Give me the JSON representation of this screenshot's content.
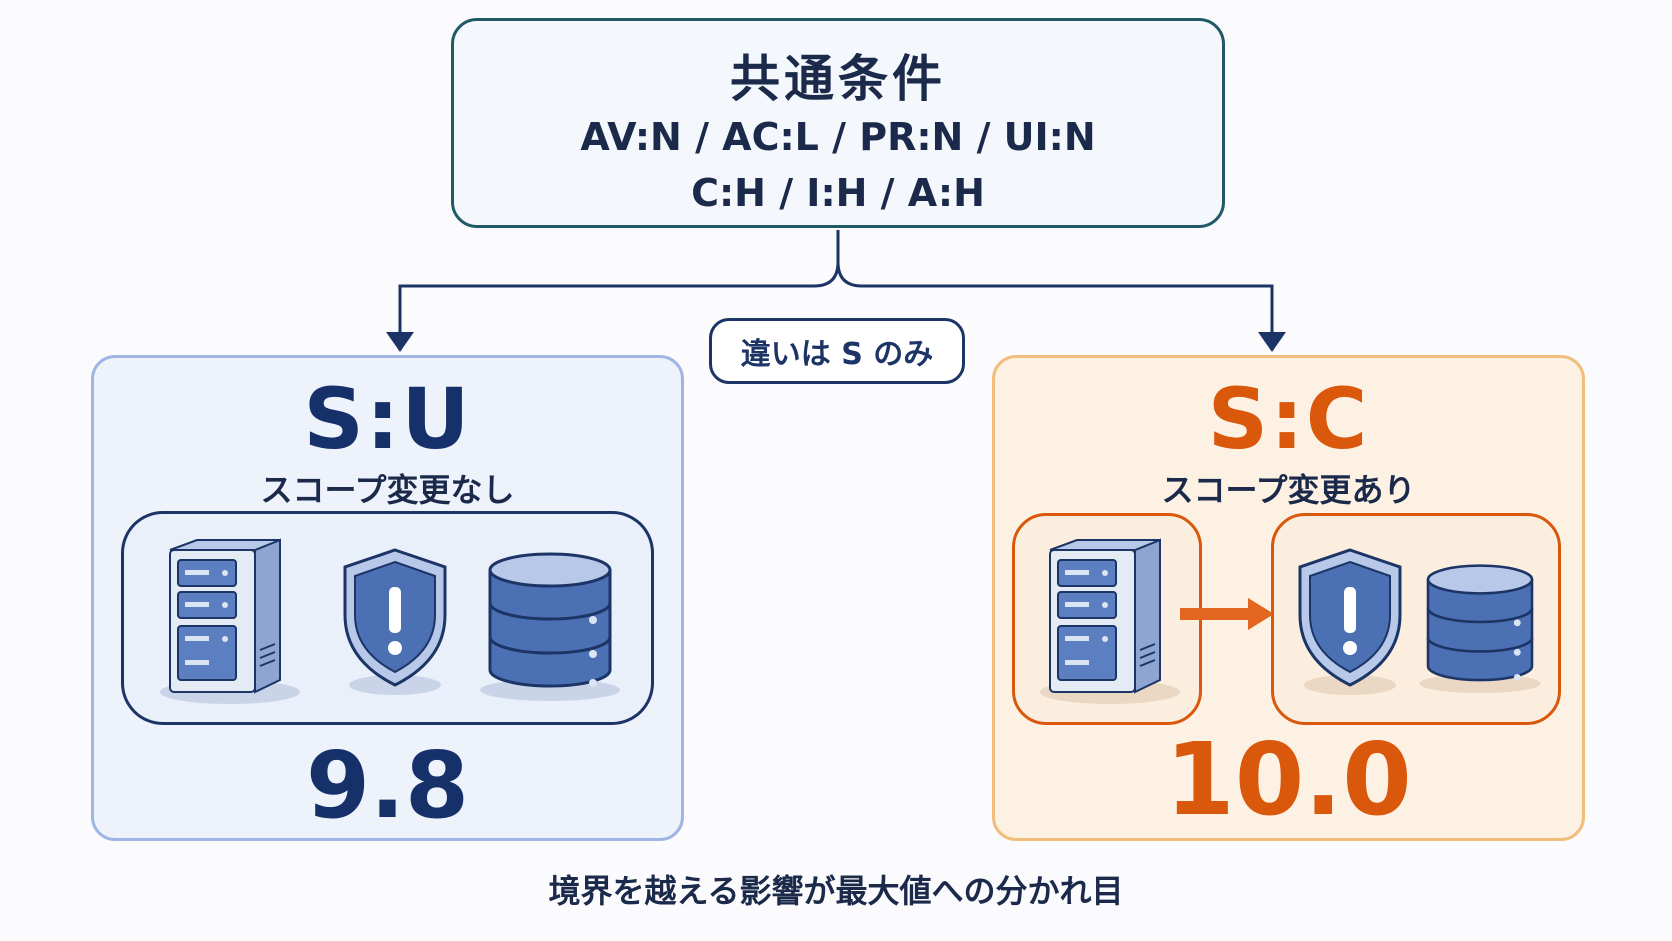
{
  "common": {
    "title": "共通条件",
    "line1": "AV:N / AC:L / PR:N / UI:N",
    "line2": "C:H / I:H / A:H"
  },
  "difference_label": "違いは S のみ",
  "scope_unchanged": {
    "code": "S:U",
    "description": "スコープ変更なし",
    "score": "9.8",
    "icons": [
      "server-icon",
      "shield-warning-icon",
      "database-icon"
    ]
  },
  "scope_changed": {
    "code": "S:C",
    "description": "スコープ変更あり",
    "score": "10.0",
    "icons": [
      "server-icon",
      "arrow-right-icon",
      "shield-warning-icon",
      "database-icon"
    ]
  },
  "footer": "境界を越える影響が最大値への分かれ目",
  "colors": {
    "navy": "#1c3566",
    "teal_border": "#1f5a66",
    "orange": "#d9580b",
    "blue_panel": "#edf2fb",
    "orange_panel": "#fdf1e4"
  }
}
